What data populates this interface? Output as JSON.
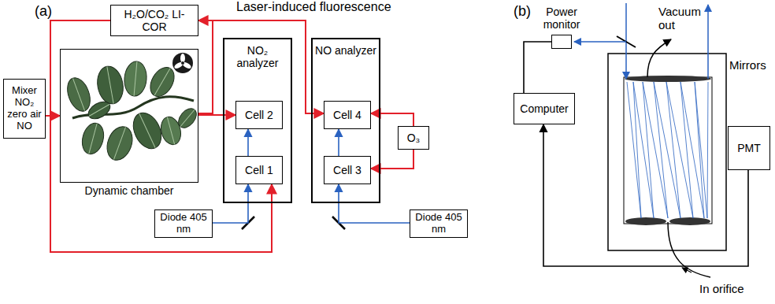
{
  "diagram": {
    "nodes": [
      {
        "text": [
          "Mixer",
          "NO₂ zero air NO"
        ]
      },
      {
        "text": [
          "H₂O/CO₂ LI-COR"
        ]
      },
      {
        "text": [
          "Dynamic chamber"
        ]
      },
      {
        "text": [
          "NO₂ analyzer"
        ]
      },
      {
        "text": [
          "Cell 2"
        ],
        "in": 3
      },
      {
        "text": [
          "Cell 1"
        ],
        "in": 3
      },
      {
        "text": [
          "NO analyzer"
        ]
      },
      {
        "text": [
          "Cell 4"
        ],
        "in": 6
      },
      {
        "text": [
          "Cell 3"
        ],
        "in": 6
      },
      {
        "text": [
          "O₃"
        ]
      },
      {
        "text": [
          "Diode 405 nm"
        ]
      },
      {
        "text": [
          "Diode 405 nm"
        ]
      },
      {
        "text": [
          "Power monitor"
        ]
      },
      {
        "text": [
          "Computer"
        ]
      },
      {
        "text": [
          "PMT"
        ]
      }
    ],
    "edges": [
      {
        "from": 0,
        "to": 2,
        "arrow": "to"
      },
      {
        "from": 2,
        "to": 4,
        "arrow": "to"
      },
      {
        "from": 2,
        "to": 1,
        "arrow": "to"
      },
      {
        "from": 2,
        "to": 7,
        "arrow": "to"
      },
      {
        "from": 1,
        "to": 5,
        "arrow": "to"
      },
      {
        "from": 9,
        "to": 7,
        "arrow": "to"
      },
      {
        "from": 9,
        "to": 8,
        "arrow": "to"
      },
      {
        "from": 10,
        "to": 5,
        "arrow": "to"
      },
      {
        "from": 5,
        "to": 4,
        "arrow": "to"
      },
      {
        "from": 11,
        "to": 8,
        "arrow": "to"
      },
      {
        "from": 8,
        "to": 7,
        "arrow": "to"
      },
      {
        "from": 12,
        "to": 13,
        "arrow": "none"
      },
      {
        "from": 14,
        "to": 13,
        "arrow": "to"
      }
    ],
    "labels": [
      "(a)",
      "Laser-induced fluorescence",
      "(b)",
      "Vacuum out",
      "Mirrors",
      "In orifice"
    ]
  }
}
